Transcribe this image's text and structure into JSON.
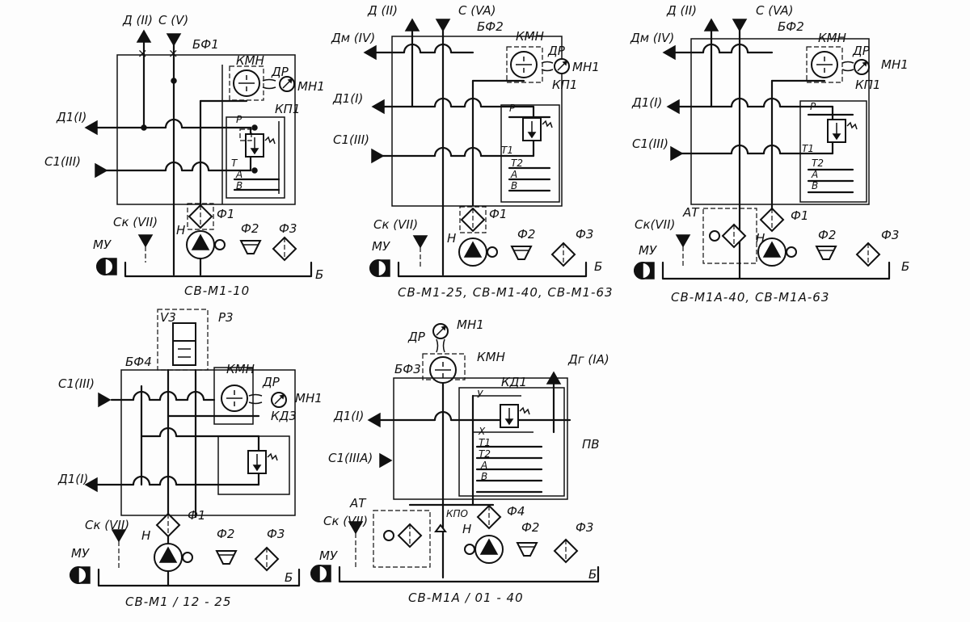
{
  "diagrams": [
    {
      "caption": "СВ-М1-10",
      "labels": {
        "d": "Д (II)",
        "c": "С (V)",
        "block": "БФ1",
        "kmn": "КМН",
        "dr": "ДР",
        "mn": "МН1",
        "kp": "КП1",
        "d1": "Д1(I)",
        "c1": "С1(III)",
        "ck": "Ск (VII)",
        "mu": "МУ",
        "f1": "Ф1",
        "f2": "Ф2",
        "f3": "Ф3",
        "n": "Н",
        "b": "Б",
        "p": "Р",
        "t": "Т",
        "a": "А",
        "bb": "В"
      }
    },
    {
      "caption": "СВ-М1-25, СВ-М1-40, СВ-М1-63",
      "labels": {
        "d": "Д (II)",
        "c": "С (VA)",
        "dm": "Дм (IV)",
        "block": "БФ2",
        "kmn": "КМН",
        "dr": "ДР",
        "mn": "МН1",
        "kp": "КП1",
        "d1": "Д1(I)",
        "c1": "С1(III)",
        "ck": "Ск (VII)",
        "mu": "МУ",
        "f1": "Ф1",
        "f2": "Ф2",
        "f3": "Ф3",
        "n": "Н",
        "b": "Б",
        "p": "Р",
        "t1": "Т1",
        "t2": "Т2",
        "a": "А",
        "bb": "В"
      }
    },
    {
      "caption": "СВ-М1А-40,  СВ-М1А-63",
      "labels": {
        "d": "Д (II)",
        "c": "С (VA)",
        "dm": "Дм (IV)",
        "block": "БФ2",
        "kmn": "КМН",
        "dr": "ДР",
        "mn": "МН1",
        "kp": "КП1",
        "d1": "Д1(I)",
        "c1": "С1(III)",
        "ck": "Ск(VII)",
        "at": "АТ",
        "mu": "МУ",
        "f1": "Ф1",
        "f2": "Ф2",
        "f3": "Ф3",
        "n": "Н",
        "b": "Б",
        "p": "Р",
        "t1": "Т1",
        "t2": "Т2",
        "a": "А",
        "bb": "В"
      }
    },
    {
      "caption": "СВ-М1 / 12 - 25",
      "labels": {
        "v3": "V3",
        "p3": "Р3",
        "block": "БФ4",
        "kmn": "КМН",
        "dr": "ДР",
        "mn": "МН1",
        "kd": "КД3",
        "c1": "С1(III)",
        "d1": "Д1(I)",
        "ck": "Ск (VII)",
        "mu": "МУ",
        "f1": "Ф1",
        "f2": "Ф2",
        "f3": "Ф3",
        "n": "Н",
        "b": "Б"
      }
    },
    {
      "caption": "СВ-М1А / 01 - 40",
      "labels": {
        "dr": "ДР",
        "mn": "МН1",
        "kmn": "КМН",
        "block": "БФ3",
        "kd": "КД1",
        "d2": "Дг (IА)",
        "d1": "Д1(I)",
        "c1": "С1(IIIА)",
        "pv": "ПВ",
        "y": "У",
        "x": "Х",
        "t1": "Т1",
        "t2": "Т2",
        "a": "А",
        "bb": "В",
        "at": "АТ",
        "ck": "Ск (VII)",
        "kpo": "КПО",
        "f4": "Ф4",
        "f2": "Ф2",
        "f3": "Ф3",
        "n": "Н",
        "mu": "МУ",
        "b": "Б"
      }
    }
  ]
}
